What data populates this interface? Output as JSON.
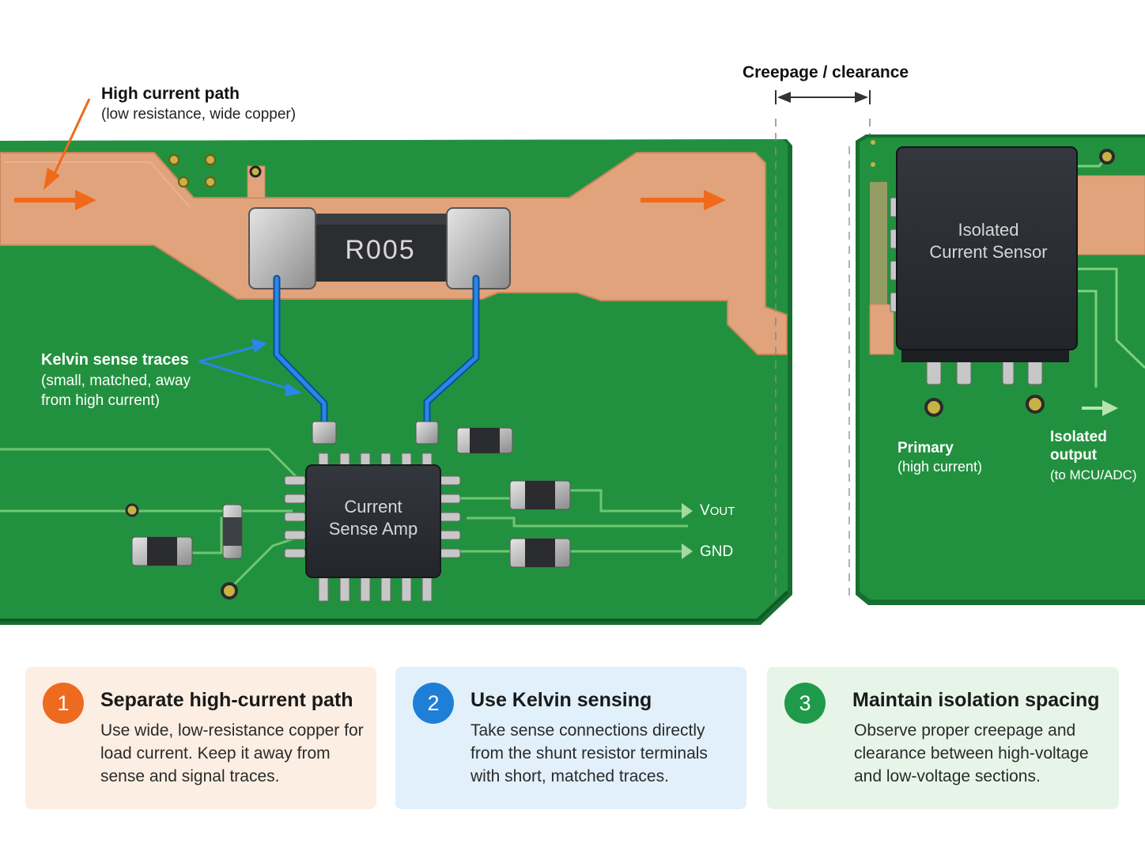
{
  "labels": {
    "high_current_title": "High current path",
    "high_current_sub": "(low resistance, wide copper)",
    "creepage": "Creepage / clearance",
    "kelvin_title": "Kelvin sense traces",
    "kelvin_sub1": "(small, matched, away",
    "kelvin_sub2": "from high current)",
    "resistor": "R005",
    "amp_line1": "Current",
    "amp_line2": "Sense Amp",
    "vout_v": "V",
    "vout_rest": "OUT",
    "gnd": "GND",
    "sensor_line1": "Isolated",
    "sensor_line2": "Current Sensor",
    "primary_title": "Primary",
    "primary_sub": "(high current)",
    "iso_out1": "Isolated",
    "iso_out2": "output",
    "iso_out3": "(to MCU/ADC)"
  },
  "cards": [
    {
      "number": "1",
      "title": "Separate high-current path",
      "body": "Use wide, low-resistance copper for load current. Keep it away from sense and signal traces.",
      "bg": "#fdeee3",
      "accent": "#ee6a1f"
    },
    {
      "number": "2",
      "title": "Use Kelvin sensing",
      "body": "Take sense connections directly from the shunt resistor terminals with short, matched traces.",
      "bg": "#e1f0fb",
      "accent": "#1f7fd6"
    },
    {
      "number": "3",
      "title": "Maintain isolation spacing",
      "body": "Observe proper creepage and clearance between high-voltage and low-voltage sections.",
      "bg": "#e7f5e9",
      "accent": "#1f9a4a"
    }
  ],
  "colors": {
    "pcb": "#1f8a3c",
    "pcb_dark": "#17702f",
    "copper": "#e3a47a",
    "sense_trace": "#1f6fd0",
    "arrow_orange": "#f06a1a",
    "chip": "#2a2d33"
  }
}
